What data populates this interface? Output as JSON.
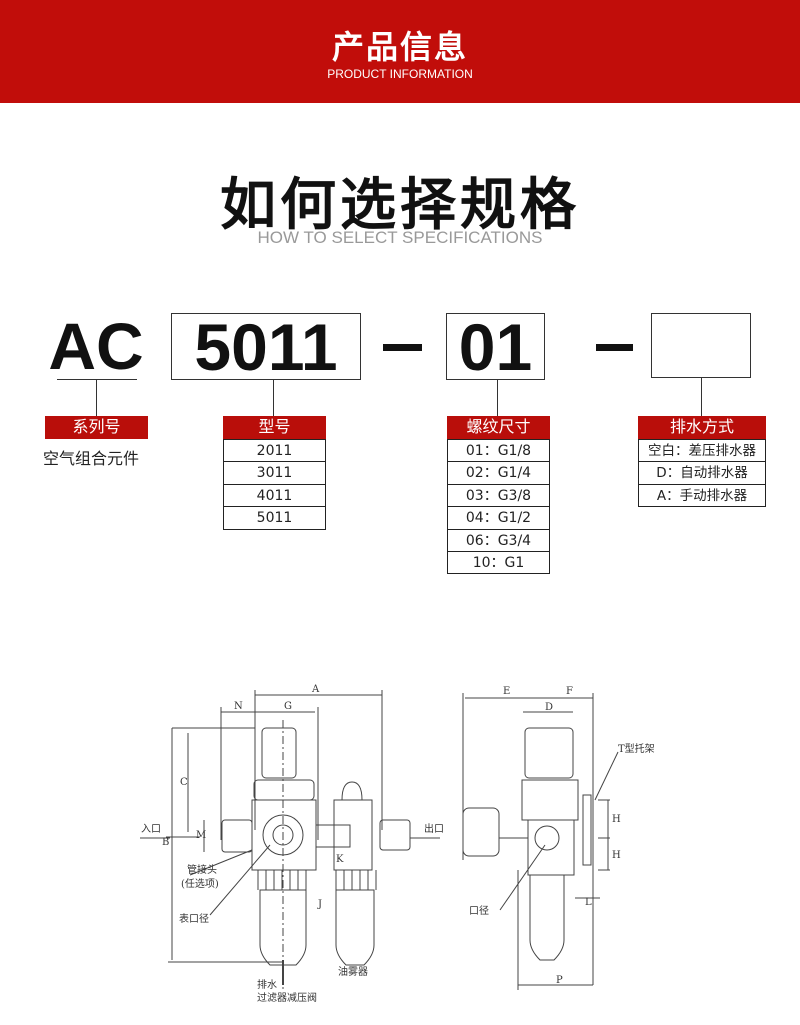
{
  "header": {
    "title": "产品信息",
    "subtitle": "PRODUCT INFORMATION"
  },
  "section": {
    "title": "如何选择规格",
    "subtitle": "HOW TO SELECT SPECIFICATIONS"
  },
  "code": {
    "series": "AC",
    "model": "5011",
    "dash": "–",
    "thread": "01",
    "drain": ""
  },
  "tables": {
    "series": {
      "header": "系列号",
      "desc": "空气组合元件"
    },
    "model": {
      "header": "型号",
      "rows": [
        "2011",
        "3011",
        "4011",
        "5011"
      ]
    },
    "thread": {
      "header": "螺纹尺寸",
      "rows": [
        "01：G1/8",
        "02：G1/4",
        "03：G3/8",
        "04：G1/2",
        "06：G3/4",
        "10：G1"
      ]
    },
    "drain": {
      "header": "排水方式",
      "rows": [
        "空白：差压排水器",
        "D：自动排水器",
        "A：手动排水器"
      ]
    }
  },
  "diagram": {
    "labels": {
      "A": "A",
      "N": "N",
      "G": "G",
      "C": "C",
      "B": "B",
      "M": "M",
      "K": "K",
      "J": "J",
      "E": "E",
      "F": "F",
      "D": "D",
      "H1": "H",
      "H2": "H",
      "L": "L",
      "P": "P",
      "inlet": "入口",
      "outlet": "出口",
      "fitting": "管接头",
      "optional": "(任选项)",
      "gauge_port": "表口径",
      "drain": "排水",
      "filter_regulator": "过滤器减压阀",
      "lubricator": "油雾器",
      "bracket": "T型托架",
      "port": "口径"
    }
  }
}
